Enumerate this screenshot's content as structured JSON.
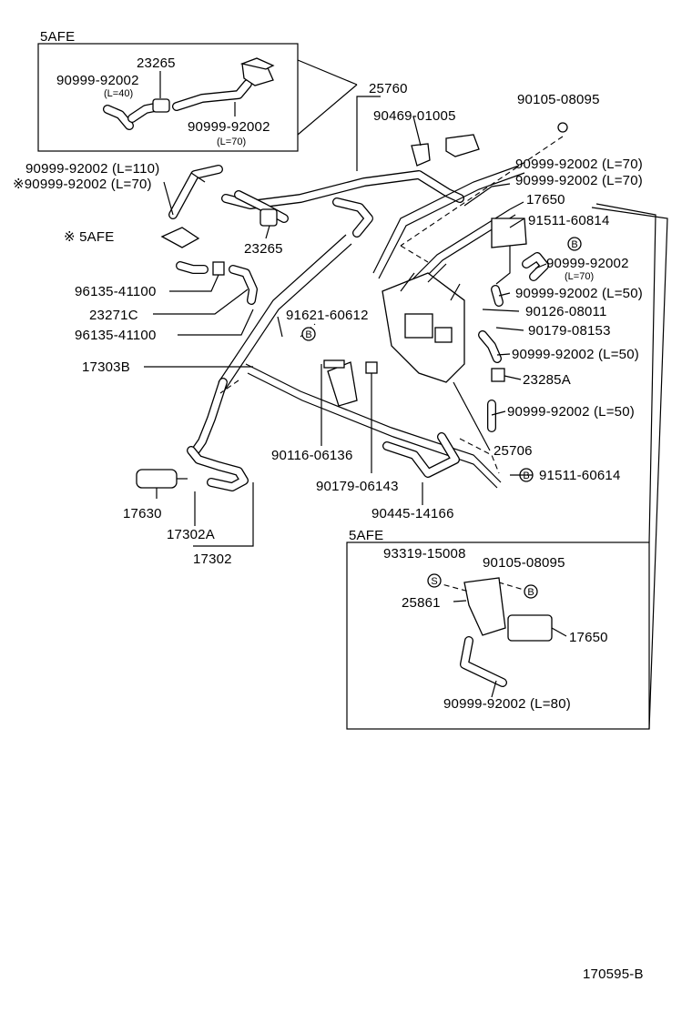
{
  "diagram_id": "170595-B",
  "inset_labels": {
    "top_inset": "5AFE",
    "left_inset": "※ 5AFE",
    "bottom_inset": "5AFE"
  },
  "callouts": [
    {
      "id": "c01",
      "text": "23265"
    },
    {
      "id": "c02",
      "text": "90999-92002"
    },
    {
      "id": "c03",
      "text": "(L=40)"
    },
    {
      "id": "c04",
      "text": "90999-92002"
    },
    {
      "id": "c05",
      "text": "(L=70)"
    },
    {
      "id": "c06",
      "text": "25760"
    },
    {
      "id": "c07",
      "text": "90469-01005"
    },
    {
      "id": "c08",
      "text": "90105-08095"
    },
    {
      "id": "c09",
      "text": "90999-92002 (L=110)"
    },
    {
      "id": "c10",
      "text": "※90999-92002 (L=70)"
    },
    {
      "id": "c11",
      "text": "90999-92002 (L=70)"
    },
    {
      "id": "c12",
      "text": "90999-92002 (L=70)"
    },
    {
      "id": "c13",
      "text": "17650"
    },
    {
      "id": "c14",
      "text": "91511-60814"
    },
    {
      "id": "c15",
      "text": "23265"
    },
    {
      "id": "c16",
      "text": "90999-92002"
    },
    {
      "id": "c17",
      "text": "(L=70)"
    },
    {
      "id": "c18",
      "text": "96135-41100"
    },
    {
      "id": "c19",
      "text": "90999-92002 (L=50)"
    },
    {
      "id": "c20",
      "text": "23271C"
    },
    {
      "id": "c21",
      "text": "91621-60612"
    },
    {
      "id": "c22",
      "text": "90126-08011"
    },
    {
      "id": "c23",
      "text": "96135-41100"
    },
    {
      "id": "c24",
      "text": "90179-08153"
    },
    {
      "id": "c25",
      "text": "17303B"
    },
    {
      "id": "c26",
      "text": "90999-92002 (L=50)"
    },
    {
      "id": "c27",
      "text": "23285A"
    },
    {
      "id": "c28",
      "text": "90999-92002 (L=50)"
    },
    {
      "id": "c29",
      "text": "90116-06136"
    },
    {
      "id": "c30",
      "text": "25706"
    },
    {
      "id": "c31",
      "text": "90179-06143"
    },
    {
      "id": "c32",
      "text": "91511-60614"
    },
    {
      "id": "c33",
      "text": "17630"
    },
    {
      "id": "c34",
      "text": "90445-14166"
    },
    {
      "id": "c35",
      "text": "17302A"
    },
    {
      "id": "c36",
      "text": "17302"
    },
    {
      "id": "c37",
      "text": "93319-15008"
    },
    {
      "id": "c38",
      "text": "90105-08095"
    },
    {
      "id": "c39",
      "text": "25861"
    },
    {
      "id": "c40",
      "text": "17650"
    },
    {
      "id": "c41",
      "text": "90999-92002 (L=80)"
    }
  ],
  "markers": {
    "b": "B",
    "s": "S"
  }
}
